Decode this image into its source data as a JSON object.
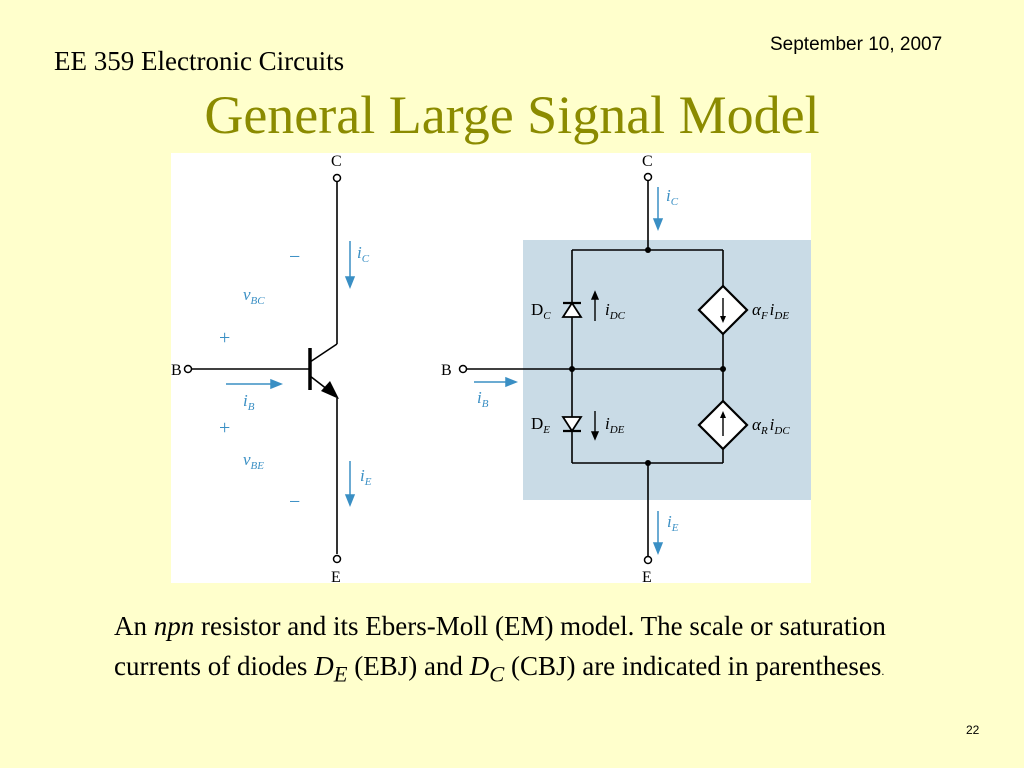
{
  "header": {
    "date": "September 10, 2007",
    "course": "EE 359 Electronic Circuits",
    "title": "General Large Signal Model"
  },
  "figure": {
    "left_circuit": {
      "terminal_collector": "C",
      "terminal_base": "B",
      "terminal_emitter": "E",
      "current_collector": {
        "main": "i",
        "sub": "C"
      },
      "current_base": {
        "main": "i",
        "sub": "B"
      },
      "current_emitter": {
        "main": "i",
        "sub": "E"
      },
      "voltage_bc": {
        "main": "v",
        "sub": "BC"
      },
      "voltage_be": {
        "main": "v",
        "sub": "BE"
      },
      "minus_sign": "−",
      "plus_sign": "+"
    },
    "right_circuit": {
      "terminal_collector": "C",
      "terminal_base": "B",
      "terminal_emitter": "E",
      "current_collector": {
        "main": "i",
        "sub": "C"
      },
      "current_base": {
        "main": "i",
        "sub": "B"
      },
      "current_emitter": {
        "main": "i",
        "sub": "E"
      },
      "diode_c": {
        "main": "D",
        "sub": "C"
      },
      "diode_e": {
        "main": "D",
        "sub": "E"
      },
      "current_dc": {
        "main": "i",
        "sub": "DC"
      },
      "current_de": {
        "main": "i",
        "sub": "DE"
      },
      "source_forward": {
        "alpha": "α",
        "alpha_sub": "F",
        "i": "i",
        "i_sub": "DE"
      },
      "source_reverse": {
        "alpha": "α",
        "alpha_sub": "R",
        "i": "i",
        "i_sub": "DC"
      }
    },
    "colors": {
      "wire": "#000000",
      "annotation": "#3a8fc4",
      "shade": "#c9dbe6"
    }
  },
  "caption": {
    "part1": "An ",
    "part2": "npn",
    "part3": " resistor and its Ebers-Moll (EM) model.  The scale or saturation currents of diodes ",
    "de_main": "D",
    "de_sub": "E",
    "part4": " (EBJ) and ",
    "dc_main": "D",
    "dc_sub": "C",
    "part5": " (CBJ) are indicated in parentheses",
    "period": "."
  },
  "page_number": "22"
}
